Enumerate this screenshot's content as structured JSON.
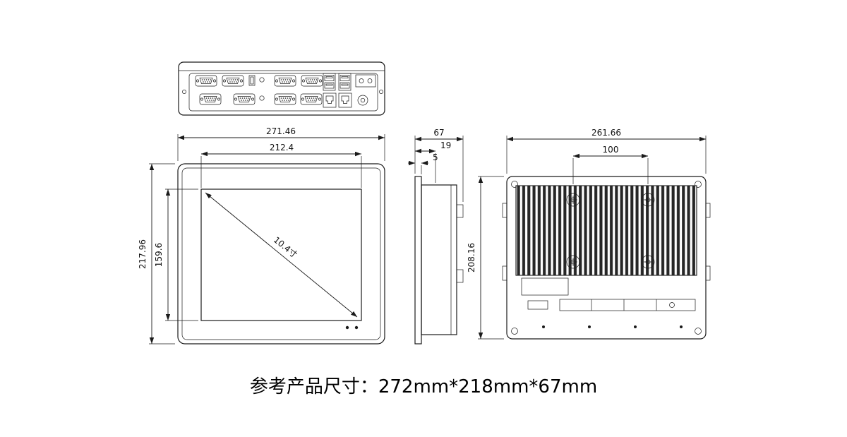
{
  "colors": {
    "line": "#1a1a1a",
    "background": "#ffffff"
  },
  "caption": {
    "text": "参考产品尺寸：272mm*218mm*67mm"
  },
  "views": {
    "front": {
      "dims": {
        "overall_width": "271.46",
        "screen_width": "212.4",
        "overall_height": "217.96",
        "screen_height": "159.6",
        "diagonal": "10.4寸"
      }
    },
    "side": {
      "dims": {
        "depth": "67",
        "mount_depth": "19",
        "bezel_thickness": "5"
      }
    },
    "back": {
      "dims": {
        "overall_width": "261.66",
        "hole_spacing": "100",
        "overall_height": "208.16"
      }
    }
  }
}
